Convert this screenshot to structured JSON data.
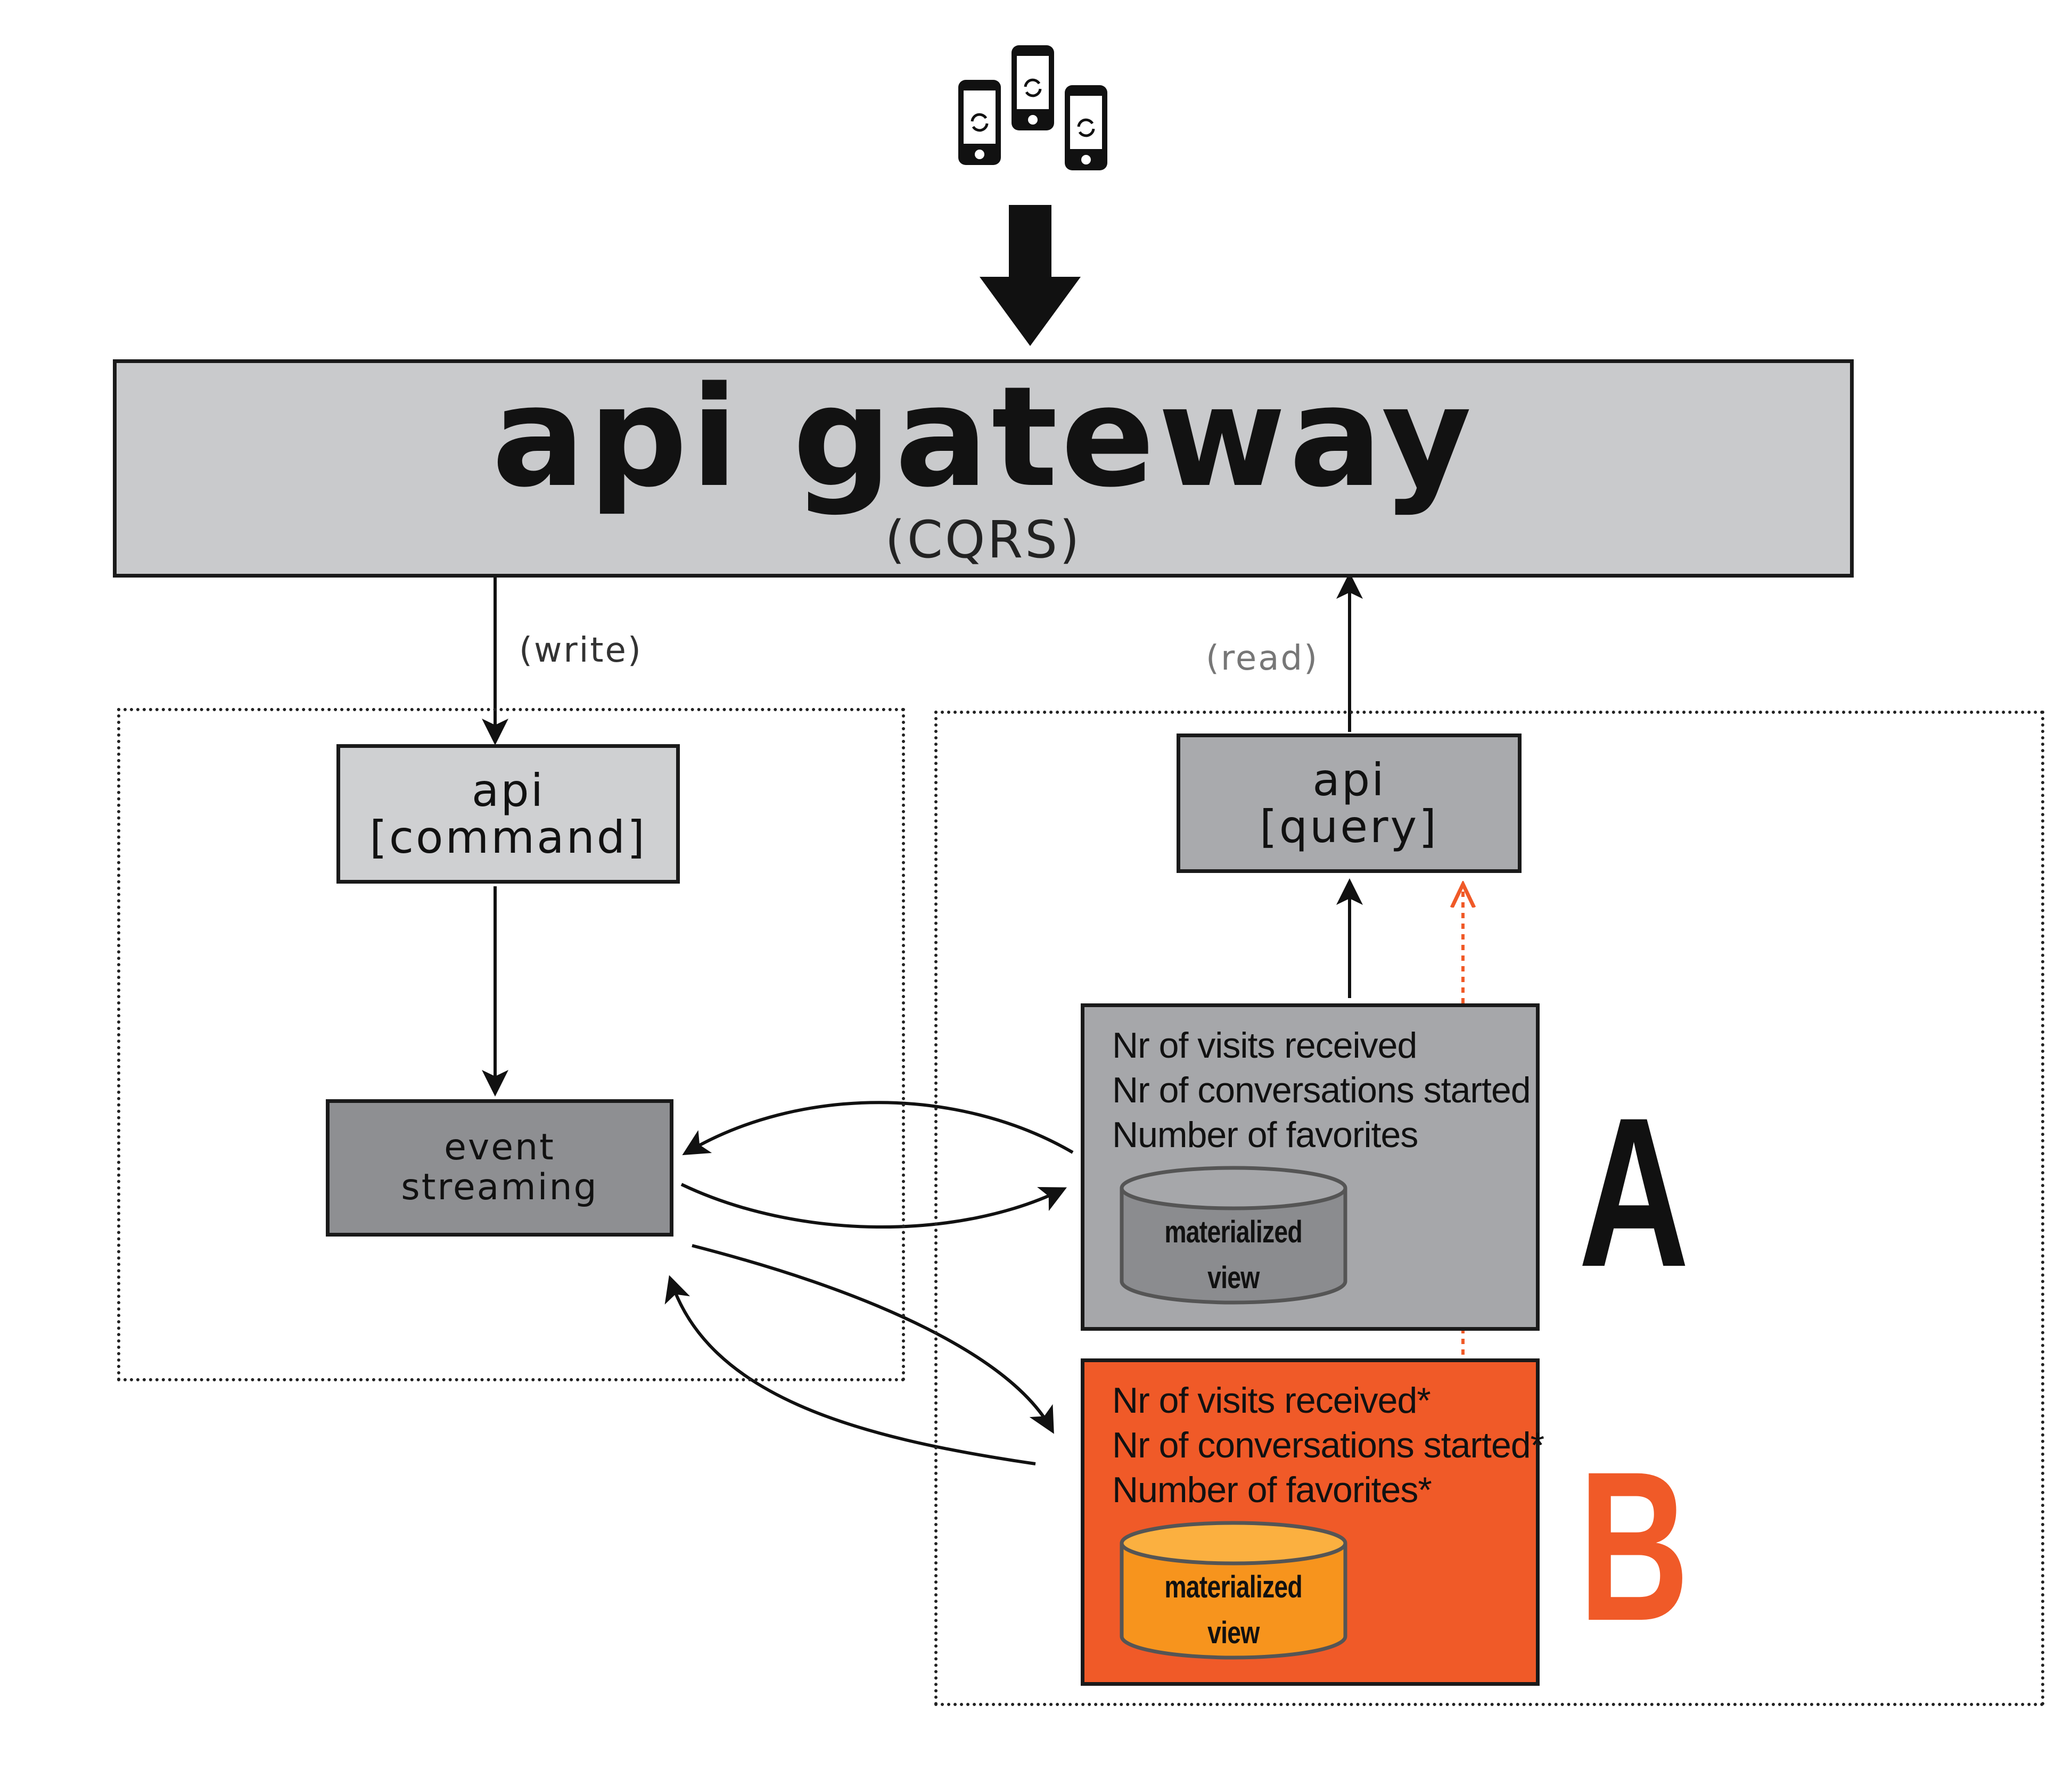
{
  "gateway": {
    "title": "api gateway",
    "subtitle": "(CQRS)"
  },
  "edges": {
    "write": "(write)",
    "read": "(read)"
  },
  "command_api": {
    "line1": "api",
    "line2": "[command]"
  },
  "query_api": {
    "line1": "api",
    "line2": "[query]"
  },
  "event_streaming": {
    "line1": "event",
    "line2": "streaming"
  },
  "view_a": {
    "label": "A",
    "metrics": [
      "Nr of visits received",
      "Nr of conversations started",
      "Number of favorites"
    ],
    "cylinder": {
      "line1": "materialized",
      "line2": "view"
    }
  },
  "view_b": {
    "label": "B",
    "metrics": [
      "Nr of visits received*",
      "Nr of conversations started*",
      "Number of favorites*"
    ],
    "cylinder": {
      "line1": "materialized",
      "line2": "view"
    }
  },
  "icons": [
    "phone-sync-icon",
    "phone-sync-icon",
    "phone-sync-icon"
  ],
  "colors": {
    "gateway_fill": "#c9cacc",
    "command_fill": "#cfd0d2",
    "query_fill": "#a9aaad",
    "event_fill": "#8e8f92",
    "view_a_fill": "#a6a7aa",
    "view_b_fill": "#f05a28",
    "cylinder_a_fill": "#8b8c8f",
    "cylinder_b_fill": "#f7941d",
    "accent_orange": "#f05a28"
  }
}
